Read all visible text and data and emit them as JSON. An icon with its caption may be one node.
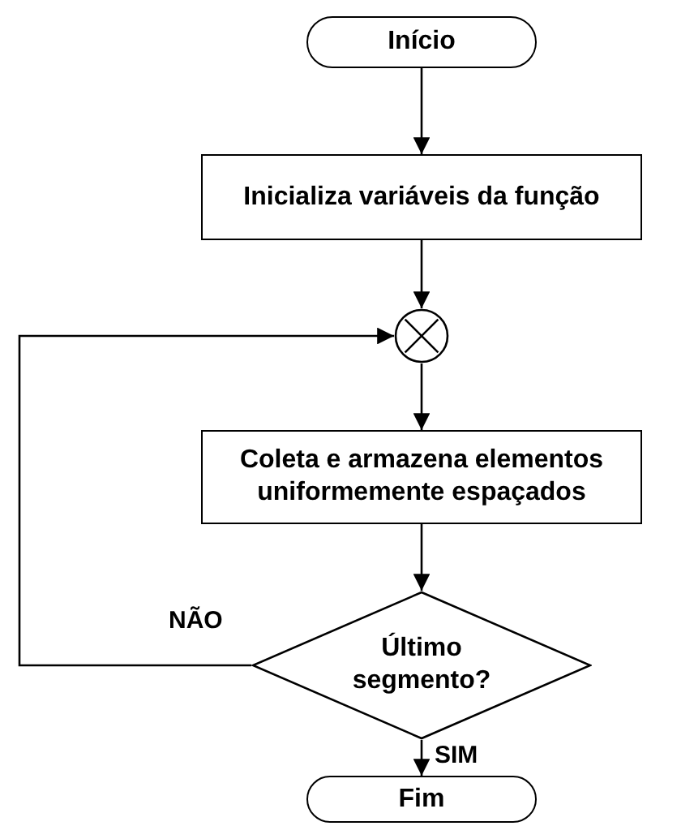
{
  "diagram": {
    "nodes": [
      {
        "text": [
          "Início"
        ]
      },
      {
        "text": [
          "Inicializa variáveis da função"
        ]
      },
      {
        "text": [],
        "shape": "circle"
      },
      {
        "text": [
          "Coleta e armazena elementos uniformemente espaçados"
        ]
      },
      {
        "text": [
          "Último segmento?"
        ]
      },
      {
        "text": [
          "Fim"
        ]
      }
    ],
    "edges": [
      {
        "from": 0,
        "to": 1,
        "arrow": "to"
      },
      {
        "from": 1,
        "to": 2,
        "arrow": "to"
      },
      {
        "from": 2,
        "to": 3,
        "arrow": "to"
      },
      {
        "from": 3,
        "to": 4,
        "arrow": "to"
      },
      {
        "from": 4,
        "to": 2,
        "arrow": "to",
        "label": "NÃO"
      },
      {
        "from": 4,
        "to": 5,
        "arrow": "to",
        "label": "SIM"
      }
    ]
  }
}
